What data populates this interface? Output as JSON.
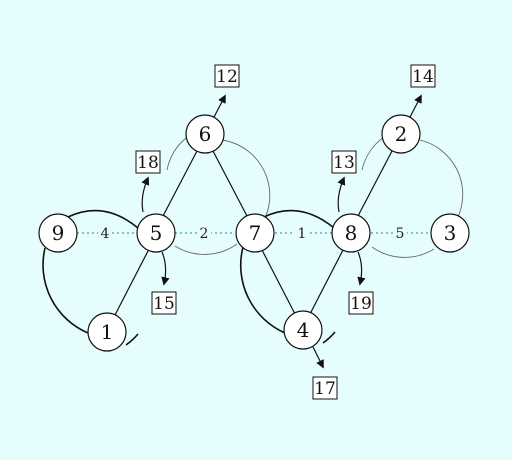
{
  "colors": {
    "background": "#e6fdfd",
    "dotted_edge": "#1a8a8a",
    "stroke": "#111111"
  },
  "nodes": [
    {
      "id": "9",
      "label": "9"
    },
    {
      "id": "5",
      "label": "5"
    },
    {
      "id": "7",
      "label": "7"
    },
    {
      "id": "8",
      "label": "8"
    },
    {
      "id": "3",
      "label": "3"
    },
    {
      "id": "6",
      "label": "6"
    },
    {
      "id": "2",
      "label": "2"
    },
    {
      "id": "1",
      "label": "1"
    },
    {
      "id": "4",
      "label": "4"
    }
  ],
  "boxes": [
    {
      "id": "12",
      "label": "12"
    },
    {
      "id": "14",
      "label": "14"
    },
    {
      "id": "18",
      "label": "18"
    },
    {
      "id": "13",
      "label": "13"
    },
    {
      "id": "15",
      "label": "15"
    },
    {
      "id": "19",
      "label": "19"
    },
    {
      "id": "17",
      "label": "17"
    }
  ],
  "weighted_edges": [
    {
      "from": "9",
      "to": "5",
      "weight": "4"
    },
    {
      "from": "5",
      "to": "7",
      "weight": "2"
    },
    {
      "from": "7",
      "to": "8",
      "weight": "1"
    },
    {
      "from": "8",
      "to": "3",
      "weight": "5"
    }
  ]
}
